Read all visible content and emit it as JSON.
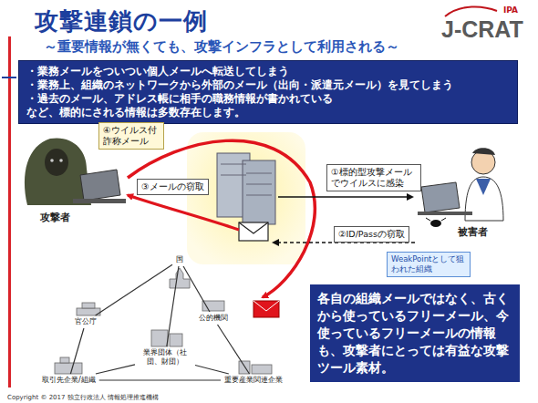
{
  "diagram": {
    "title": "攻撃連鎖の一例",
    "nodes": [
      {
        "text": [
          "・業務メールをついつい個人メールへ転送してしまう",
          "・業務上、組織のネットワークから外部のメール（出向・派遣元メール）を見てしまう",
          "・過去のメール、アドレス帳に相手の職務情報が書かれている",
          "など、標的にされる情報は多数存在します。"
        ]
      },
      {
        "text": [
          "④ウイルス付詐称メール"
        ]
      },
      {
        "text": [
          "③メールの窃取"
        ]
      },
      {
        "text": [
          "①標的型攻撃メールでウイルスに感染"
        ]
      },
      {
        "text": [
          "②ID/Passの窃取"
        ]
      },
      {
        "text": [
          "WeakPointとして狙われた組織"
        ]
      },
      {
        "text": [
          "国"
        ]
      },
      {
        "text": [
          "官公庁"
        ]
      },
      {
        "text": [
          "公的機関"
        ]
      },
      {
        "text": [
          "業界団体（社団、財団）"
        ]
      },
      {
        "text": [
          "取引先企業/組織"
        ]
      },
      {
        "text": [
          "重要産業関連企業"
        ]
      },
      {
        "text": [
          "各自の組織メールではなく、古くから使っているフリーメール、今使っているフリーメールの情報も、攻撃者にとっては有益な攻撃ツール素材。"
        ]
      }
    ],
    "edges": [
      {
        "from": 6,
        "to": 7,
        "arrow": "none"
      },
      {
        "from": 7,
        "to": 10,
        "arrow": "none"
      },
      {
        "from": 6,
        "to": 8,
        "arrow": "none"
      },
      {
        "from": 8,
        "to": 11,
        "arrow": "none"
      },
      {
        "from": 10,
        "to": 11,
        "arrow": "none"
      },
      {
        "from": 6,
        "to": 9,
        "arrow": "none"
      },
      {
        "from": 9,
        "to": 10,
        "arrow": "none"
      },
      {
        "from": 9,
        "to": 11,
        "arrow": "none"
      }
    ],
    "labels": [
      "～重要情報が無くても、攻撃インフラとして利用される～",
      "J-CRAT",
      "IPA",
      "攻撃者",
      "被害者",
      "Copyright © 2017 独立行政法人 情報処理推進機構"
    ]
  }
}
